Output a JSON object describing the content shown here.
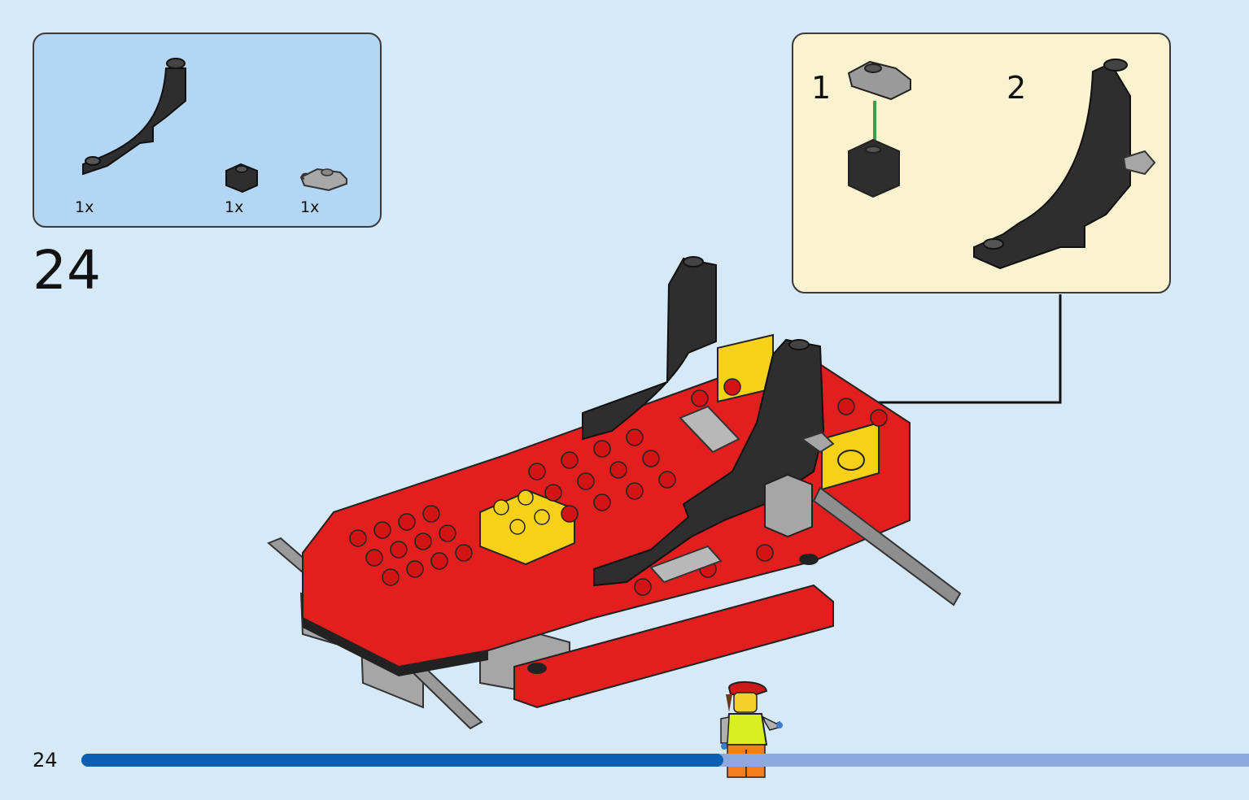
{
  "page": {
    "number": "24"
  },
  "step": {
    "number": "24"
  },
  "parts": [
    {
      "name": "black-curved-slope",
      "quantity": "1x",
      "color": "#2e2e2e"
    },
    {
      "name": "black-1x1-brick",
      "quantity": "1x",
      "color": "#2e2e2e"
    },
    {
      "name": "gray-clip-plate",
      "quantity": "1x",
      "color": "#a0a0a0"
    }
  ],
  "callout": {
    "substep_1": "1",
    "substep_2": "2"
  },
  "progress": {
    "fraction": 0.55
  },
  "colors": {
    "background": "#d5e9f8",
    "parts_panel": "#b3d6f4",
    "callout_panel": "#fbf3cf",
    "progress_fill": "#0b5fb3",
    "progress_track": "#8ea9dd",
    "brick_red": "#e31e1e",
    "brick_yellow": "#f7d117"
  }
}
